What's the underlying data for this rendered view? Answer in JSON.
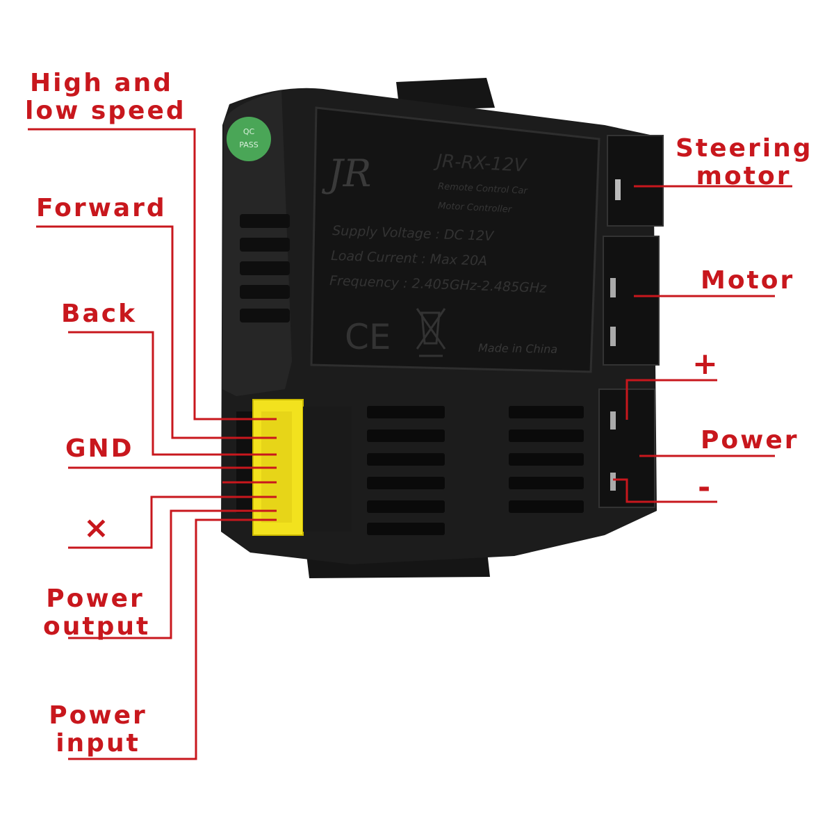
{
  "device": {
    "logo": "JR",
    "model": "JR-RX-12V",
    "description_line1": "Remote Control Car",
    "description_line2": "Motor Controller",
    "spec_voltage": "Supply Voltage : DC 12V",
    "spec_current": "Load Current : Max 20A",
    "spec_frequency": "Frequency : 2.405GHz-2.485GHz",
    "ce_mark": "CE",
    "origin": "Made in China",
    "sticker_line1": "QC",
    "sticker_line2": "PASS"
  },
  "labels": {
    "high_low_speed": [
      "High and",
      "low speed"
    ],
    "forward": "Forward",
    "back": "Back",
    "gnd": "GND",
    "unused": "×",
    "power_output": [
      "Power",
      "output"
    ],
    "power_input": [
      "Power",
      "input"
    ],
    "steering_motor": [
      "Steering",
      "motor"
    ],
    "motor": "Motor",
    "plus": "+",
    "power": "Power",
    "minus": "-"
  },
  "colors": {
    "label_red": "#c8171d",
    "case_black": "#1a1a1a",
    "connector_yellow": "#f2e21e",
    "sticker_green": "#4aa657"
  }
}
